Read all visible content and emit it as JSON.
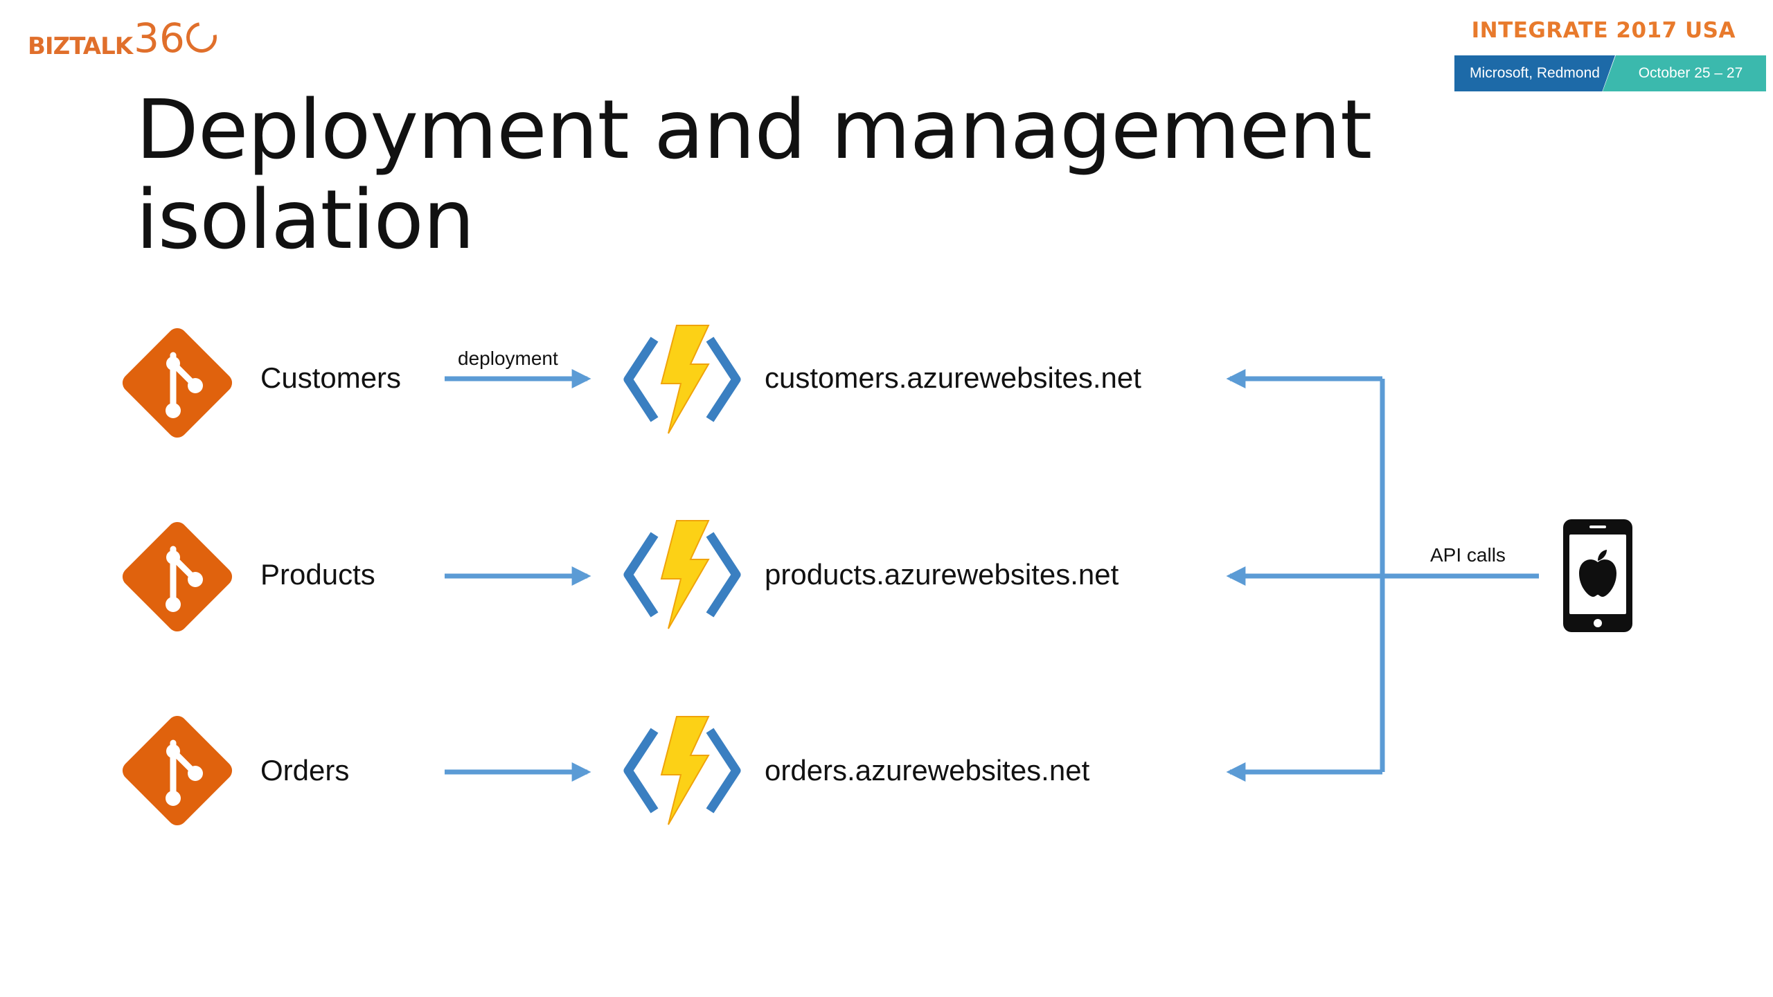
{
  "brand": {
    "logo_text": "BIZTALK",
    "logo_number": "36"
  },
  "event": {
    "title": "INTEGRATE 2017 USA",
    "location": "Microsoft, Redmond",
    "dates": "October 25 – 27"
  },
  "slide": {
    "title_line1": "Deployment and management",
    "title_line2": "isolation"
  },
  "diagram": {
    "arrow_label": "deployment",
    "client_label": "API calls",
    "rows": [
      {
        "repo": "Customers",
        "host": "customers.azurewebsites.net"
      },
      {
        "repo": "Products",
        "host": "products.azurewebsites.net"
      },
      {
        "repo": "Orders",
        "host": "orders.azurewebsites.net"
      }
    ],
    "icons": {
      "repo": "git-icon",
      "service": "azure-functions-icon",
      "client": "iphone-apple-icon"
    },
    "colors": {
      "git": "#e0620d",
      "arrow": "#5b9bd5",
      "bolt": "#fcd116",
      "brackets": "#3a7fc1",
      "brand": "#e06f2b",
      "bar_left": "#1d6aa8",
      "bar_right": "#3bb9ad"
    }
  }
}
